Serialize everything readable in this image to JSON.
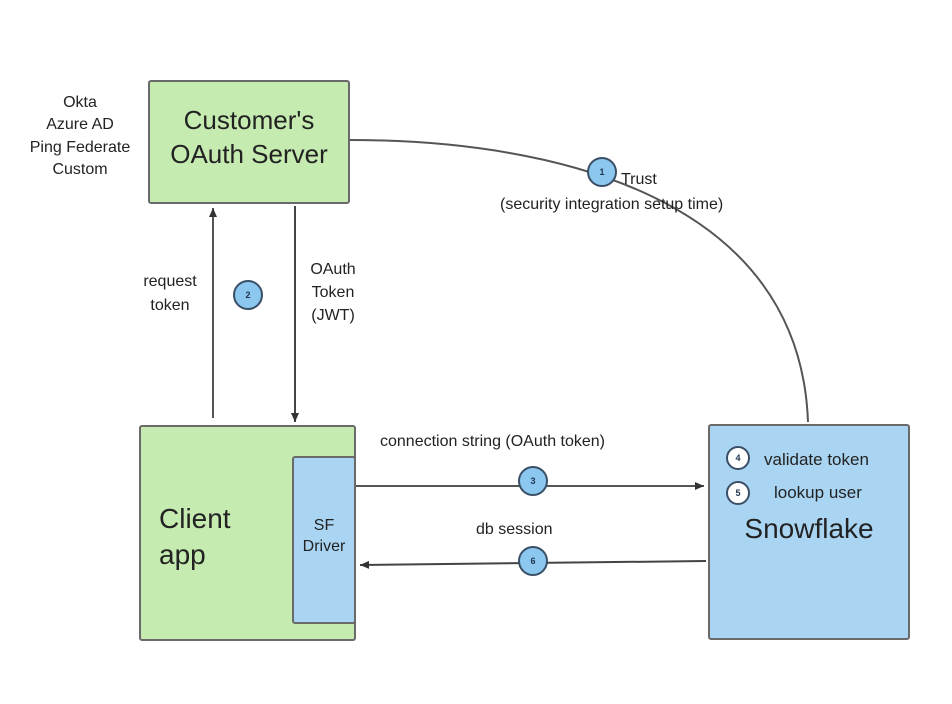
{
  "idp_list": [
    "Okta",
    "Azure AD",
    "Ping Federate",
    "Custom"
  ],
  "oauth_server": {
    "title": "Customer's\nOAuth Server",
    "color": "#c5ebb0"
  },
  "client_app": {
    "title": "Client\napp",
    "color": "#c5ebb0"
  },
  "sf_driver": {
    "title": "SF\nDriver",
    "color": "#a9d5f2"
  },
  "snowflake": {
    "title": "Snowflake",
    "color": "#a9d5f2",
    "steps": [
      {
        "num": "4",
        "label": "validate token"
      },
      {
        "num": "5",
        "label": "lookup user"
      }
    ]
  },
  "flows": {
    "trust": {
      "num": "1",
      "label": "Trust",
      "sublabel": "(security integration setup time)"
    },
    "request_token": {
      "num": "2",
      "label": "request\ntoken"
    },
    "oauth_token": {
      "label": "OAuth\nToken\n(JWT)"
    },
    "connection": {
      "num": "3",
      "label": "connection string (OAuth token)"
    },
    "db_session": {
      "num": "6",
      "label": "db session"
    }
  }
}
